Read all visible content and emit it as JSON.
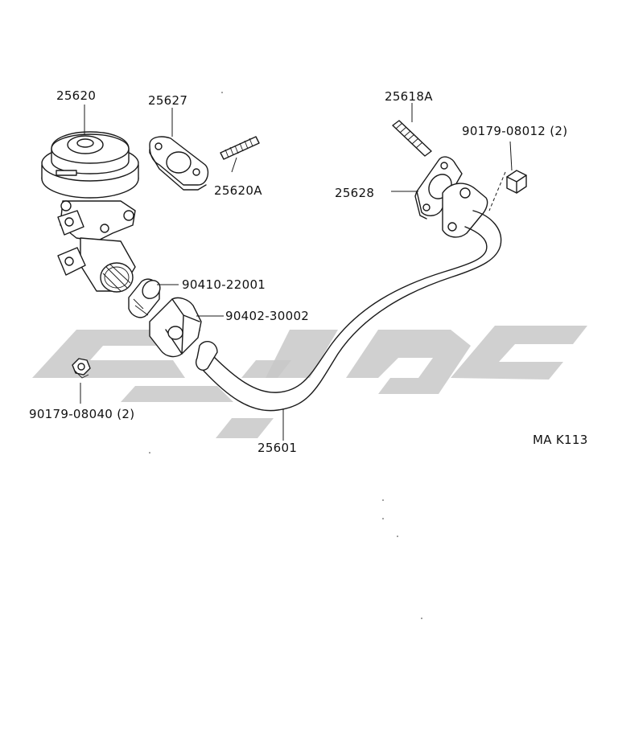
{
  "diagram": {
    "code_label": "MA K113",
    "parts": [
      {
        "id": "p-25620",
        "number": "25620"
      },
      {
        "id": "p-25627",
        "number": "25627"
      },
      {
        "id": "p-25620A",
        "number": "25620A"
      },
      {
        "id": "p-25618A",
        "number": "25618A"
      },
      {
        "id": "p-25628",
        "number": "25628"
      },
      {
        "id": "p-90179-08012",
        "number": "90179-08012 (2)"
      },
      {
        "id": "p-90410-22001",
        "number": "90410-22001"
      },
      {
        "id": "p-90402-30002",
        "number": "90402-30002"
      },
      {
        "id": "p-90179-08040",
        "number": "90179-08040 (2)"
      },
      {
        "id": "p-25601",
        "number": "25601"
      }
    ]
  }
}
